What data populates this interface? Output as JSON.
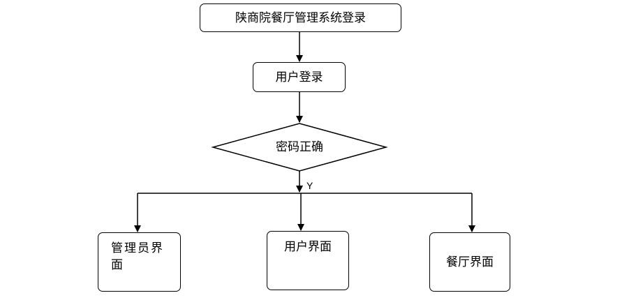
{
  "nodes": {
    "title": "陕商院餐厅管理系统登录",
    "user_login": "用户登录",
    "password_check": "密码正确",
    "admin_ui": "管理员界\n面",
    "user_ui": "用户界面",
    "restaurant_ui": "餐厅界面"
  },
  "edges": {
    "yes_label": "Y"
  },
  "colors": {
    "stroke": "#000000",
    "background": "#ffffff"
  }
}
